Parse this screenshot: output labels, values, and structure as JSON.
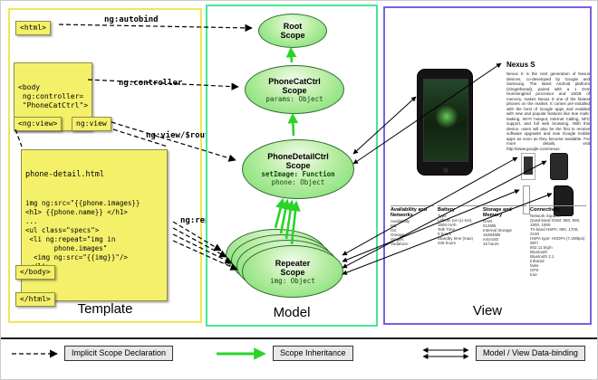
{
  "panels": {
    "template": {
      "label": "Template",
      "labels": {
        "autobind": "ng:autobind",
        "controller": "ng:controller",
        "view_route": "ng:view/$route",
        "repeat": "ng:repeat"
      },
      "code": {
        "html_open": "<html>",
        "body_open_lines": [
          "<body",
          " ng:controller=",
          " \"PhoneCatCtrl\">"
        ],
        "ng_view_open": "<ng:view>",
        "ng_view_tag": "ng:view",
        "detail_filename": "phone-detail.html",
        "detail_lines": [
          "img ng:src=\"{{phone.images}}",
          "<h1> {{phone.name}} </h1>",
          "...",
          "<ul class=\"specs\">",
          " <li ng:repeat=\"img in",
          "       phone.images\"",
          "  <img ng:src=\"{{img}}\"/>",
          " </li>",
          "..."
        ],
        "body_close": "</body>",
        "html_close": "</html>"
      }
    },
    "model": {
      "label": "Model",
      "scopes": {
        "root": {
          "title_lines": [
            "Root",
            "Scope"
          ]
        },
        "phonecat": {
          "title_lines": [
            "PhoneCatCtrl",
            "Scope"
          ],
          "prop": "params: Object"
        },
        "phonedetail": {
          "title_lines": [
            "PhoneDetailCtrl",
            "Scope"
          ],
          "prop_bold": "setImage: Function",
          "prop": "phone: Object"
        },
        "repeater": {
          "title_lines": [
            "Repeater",
            "Scope"
          ],
          "prop": "img: Object"
        }
      }
    },
    "view": {
      "label": "View",
      "product_title": "Nexus S",
      "description": "Nexus S is the next generation of Nexus devices, co-developed by Google and Samsung. The latest Android platform (Gingerbread), paired with a 1 GHz Hummingbird processor and 16GB of memory, makes Nexus S one of the fastest phones on the market. It comes pre-installed with the best of Google apps and enabled with new and popular features like true multi-tasking, Wi-Fi hotspot, Internet Calling, NFC support, and full web browsing. With this device, users will also be the first to receive software upgrades and new Google mobile apps as soon as they become available. For more details, visit http://www.google.com/nexus.",
      "specs": [
        {
          "header": "Availability and Networks",
          "items": [
            "Availability",
            "M1,",
            "O2,",
            "Orange,",
            "Singtel,",
            "Vodafone"
          ]
        },
        {
          "header": "Battery",
          "items": [
            "Type",
            "Lithium Ion (Li-Ion) 1500 mAh",
            "Talk Time",
            "6 hours",
            "Standby time (max)",
            "428 hours"
          ]
        },
        {
          "header": "Storage and Memory",
          "items": [
            "RAM",
            "512MB",
            "Internal Storage",
            "16384MB",
            "microSD",
            "16 hours"
          ]
        },
        {
          "header": "Connectivity",
          "items": [
            "Network Support",
            "Quad-band GSM: 850, 900, 1800, 1900",
            "Tri-band HSPA: 900, 1700, 2100",
            "HSPA type: HSDPA (7.2Mbps)",
            "WiFi",
            "802.11 b/g/n",
            "Bluetooth",
            "Bluetooth 2.1",
            "Infrared",
            "false",
            "GPS",
            "true"
          ]
        }
      ]
    }
  },
  "legend": {
    "implicit_label": "Implicit Scope Declaration",
    "inheritance_label": "Scope Inheritance",
    "binding_label": "Model / View Data-binding"
  },
  "colors": {
    "template_border": "#f0e654",
    "model_border": "#43e895",
    "view_border": "#7e5ee0",
    "scope_fill": "#74dd6b",
    "inheritance_arrow": "#29d429",
    "code_box": "#f5f06a"
  }
}
